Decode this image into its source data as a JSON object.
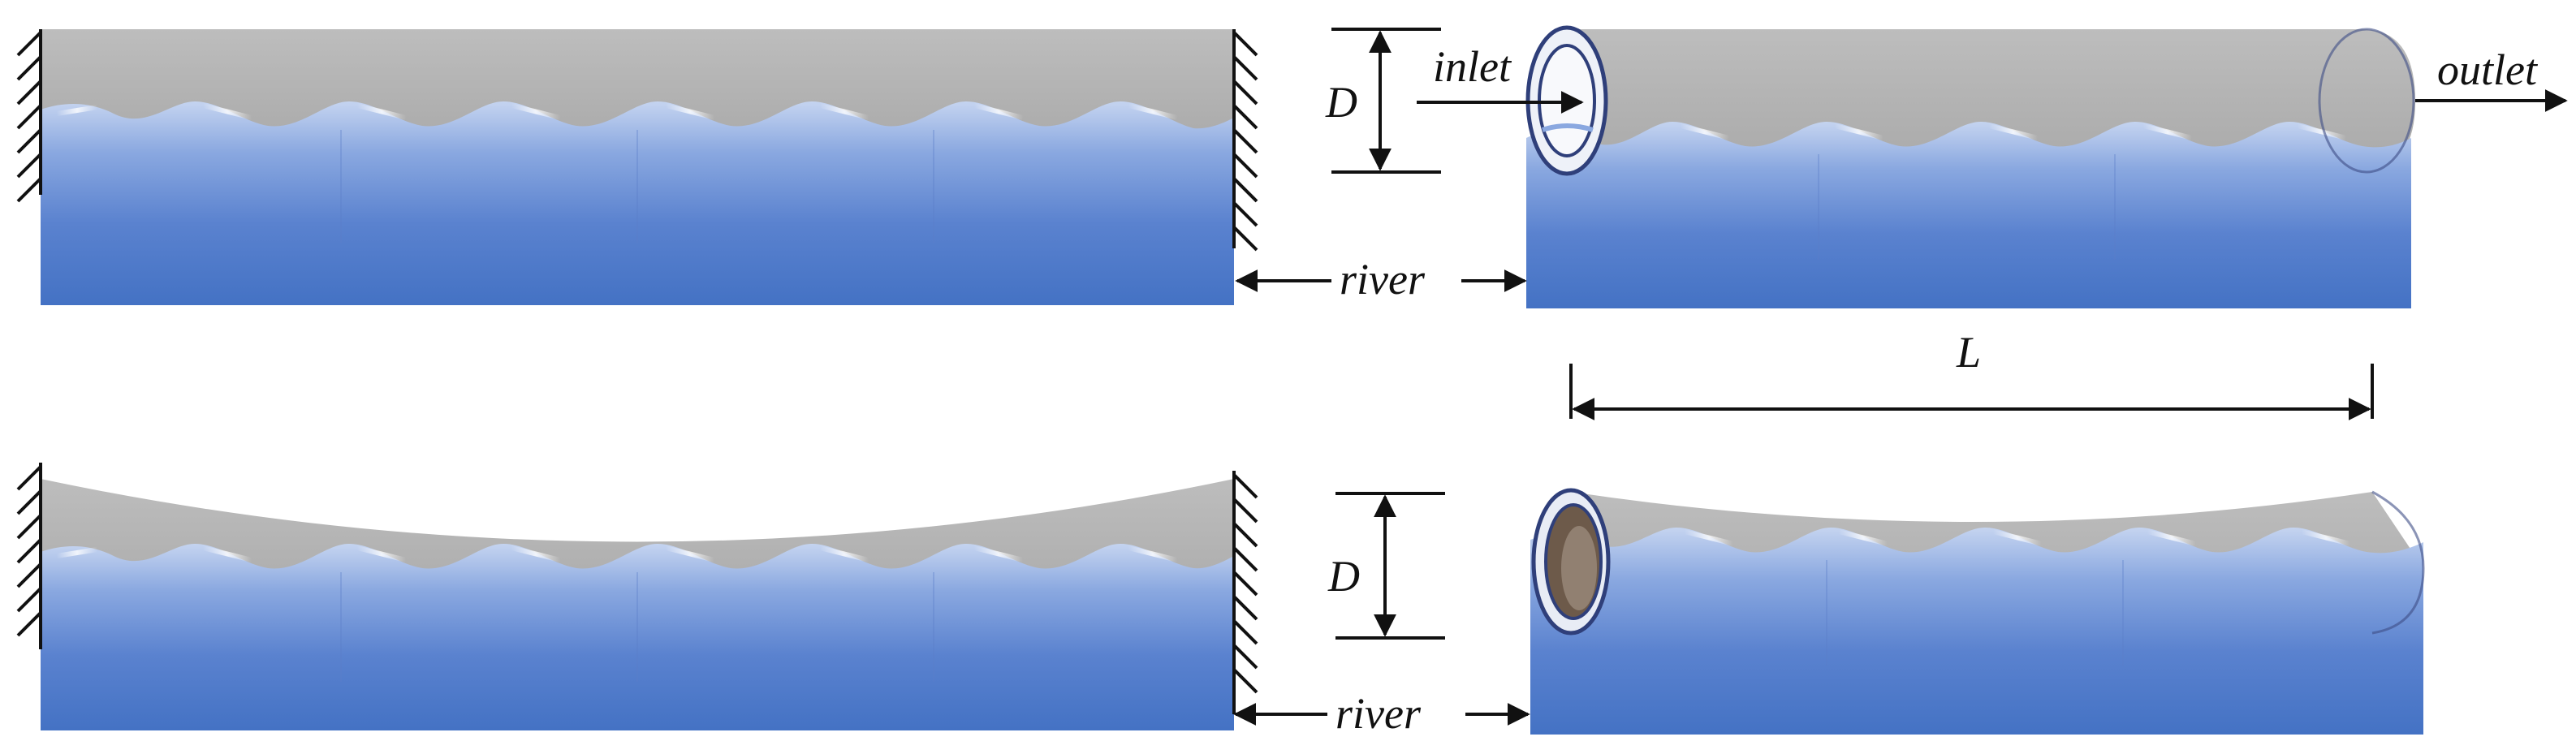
{
  "labels": {
    "inlet": "inlet",
    "outlet": "outlet",
    "diameter": "D",
    "river": "river",
    "length": "L"
  },
  "colors": {
    "water_top": "#a9bfe8",
    "water_mid": "#6d91d8",
    "water_bottom": "#4472c4",
    "pipe": "#b3b3b3",
    "pipe_rim": "#2f3f7a",
    "ink": "#111111"
  }
}
